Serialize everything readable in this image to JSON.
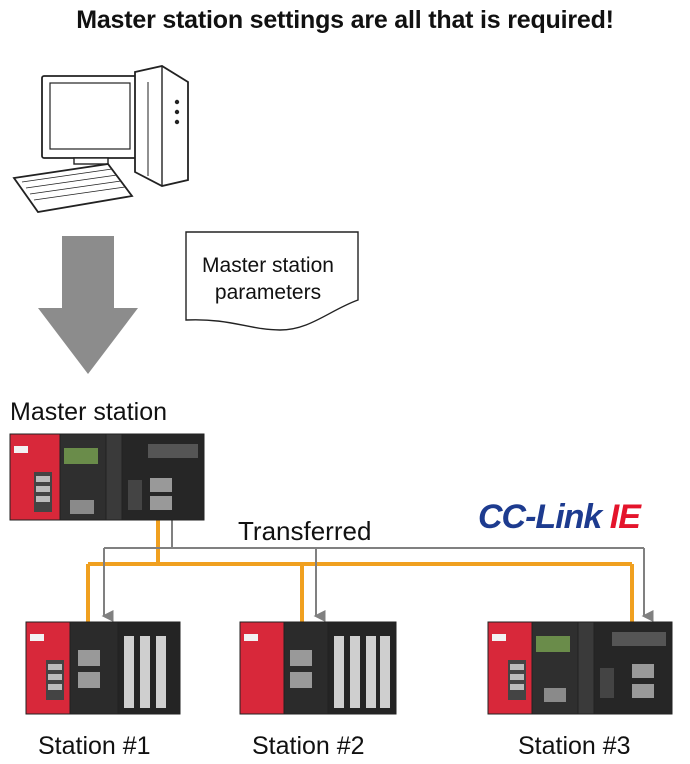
{
  "title": "Master station settings are all that is required!",
  "document_label_line1": "Master station",
  "document_label_line2": "parameters",
  "master_label": "Master station",
  "transfer_label": "Transferred",
  "brand": {
    "part1": "CC-Link ",
    "part2": "IE"
  },
  "stations": [
    {
      "label": "Station #1"
    },
    {
      "label": "Station #2"
    },
    {
      "label": "Station #3"
    }
  ],
  "colors": {
    "network_line": "#f0a020",
    "arrow": "#808080",
    "module_red": "#d8283a",
    "module_dark": "#2a2a2a",
    "brand_blue": "#1d3b8f",
    "brand_red": "#e4142b"
  }
}
